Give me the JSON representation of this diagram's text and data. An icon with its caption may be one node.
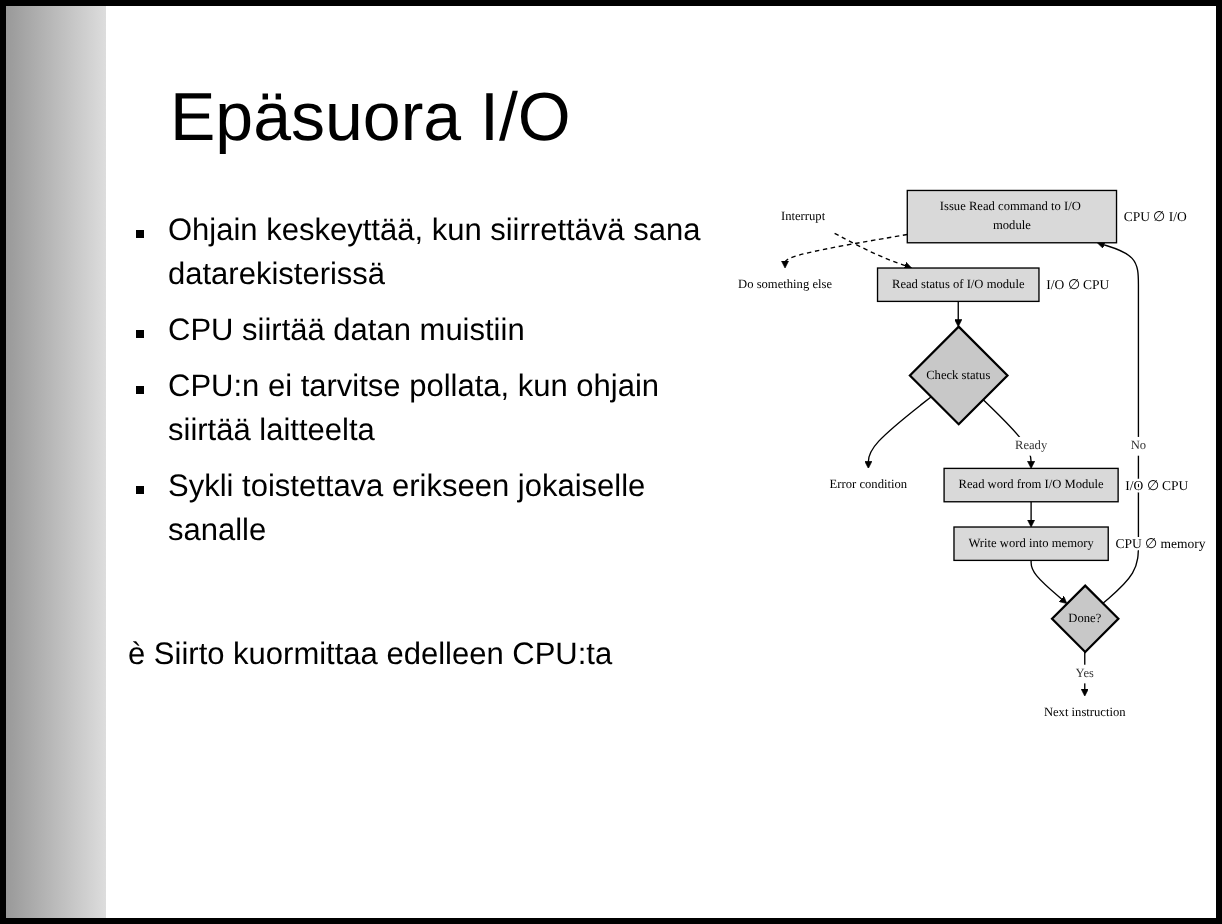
{
  "diagram": {
    "title": "Epäsuora I/O",
    "nodes": [
      {
        "text": [
          "Issue Read command to I/O module"
        ],
        "beside": [
          "CPU ∅ I/O"
        ]
      },
      {
        "text": [
          "Do something else"
        ]
      },
      {
        "text": [
          "Read status of I/O module"
        ],
        "beside": [
          "I/O ∅ CPU"
        ]
      },
      {
        "text": [
          "Interrupt"
        ]
      },
      {
        "text": [
          "Check status"
        ]
      },
      {
        "text": [
          "Error condition"
        ]
      },
      {
        "text": [
          "Read word from I/O Module"
        ],
        "beside": [
          "I/O ∅ CPU"
        ]
      },
      {
        "text": [
          "Write word into memory"
        ],
        "beside": [
          "CPU ∅ memory"
        ]
      },
      {
        "text": [
          "Done?"
        ]
      },
      {
        "text": [
          "Next instruction"
        ]
      }
    ],
    "edges": [
      {
        "from": 0,
        "to": 1,
        "arrow": "to",
        "style": "dashed"
      },
      {
        "from": 3,
        "to": 2,
        "arrow": "to",
        "style": "dashed"
      },
      {
        "from": 2,
        "to": 4,
        "arrow": "to"
      },
      {
        "from": 4,
        "to": 5,
        "arrow": "to"
      },
      {
        "from": 4,
        "to": 6,
        "arrow": "to",
        "label": "Ready"
      },
      {
        "from": 6,
        "to": 7,
        "arrow": "to"
      },
      {
        "from": 7,
        "to": 8,
        "arrow": "to"
      },
      {
        "from": 8,
        "to": 0,
        "arrow": "to",
        "label": "No"
      },
      {
        "from": 8,
        "to": 9,
        "arrow": "to",
        "label": "Yes"
      }
    ],
    "labels": [
      "Ohjain keskeyttää, kun siirrettävä sana datarekisterissä",
      "CPU siirtää datan muistiin",
      "CPU:n ei tarvitse pollata, kun ohjain siirtää laitteelta",
      "Sykli toistettava erikseen jokaiselle sanalle",
      "è Siirto kuormittaa edelleen CPU:ta"
    ]
  }
}
